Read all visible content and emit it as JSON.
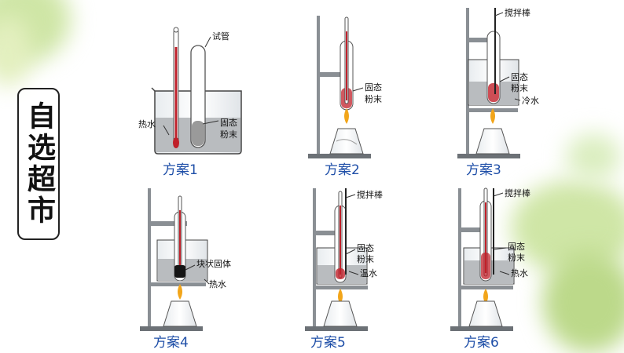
{
  "side_title": "自选超市",
  "schemes": [
    {
      "caption": "方案1",
      "labels": [
        "试管",
        "热水",
        "固态",
        "粉末"
      ]
    },
    {
      "caption": "方案2",
      "labels": [
        "固态",
        "粉末"
      ]
    },
    {
      "caption": "方案3",
      "labels": [
        "搅拌棒",
        "固态",
        "粉末",
        "冷水"
      ]
    },
    {
      "caption": "方案4",
      "labels": [
        "块状固体",
        "热水"
      ]
    },
    {
      "caption": "方案5",
      "labels": [
        "搅拌棒",
        "固态",
        "粉末",
        "温水"
      ]
    },
    {
      "caption": "方案6",
      "labels": [
        "搅拌棒",
        "固态",
        "粉末",
        "热水"
      ]
    }
  ],
  "colors": {
    "caption": "#1f4fa8",
    "thermometer": "#c0202a",
    "water": "#b9bcbf",
    "flame": "#f2a51a"
  }
}
